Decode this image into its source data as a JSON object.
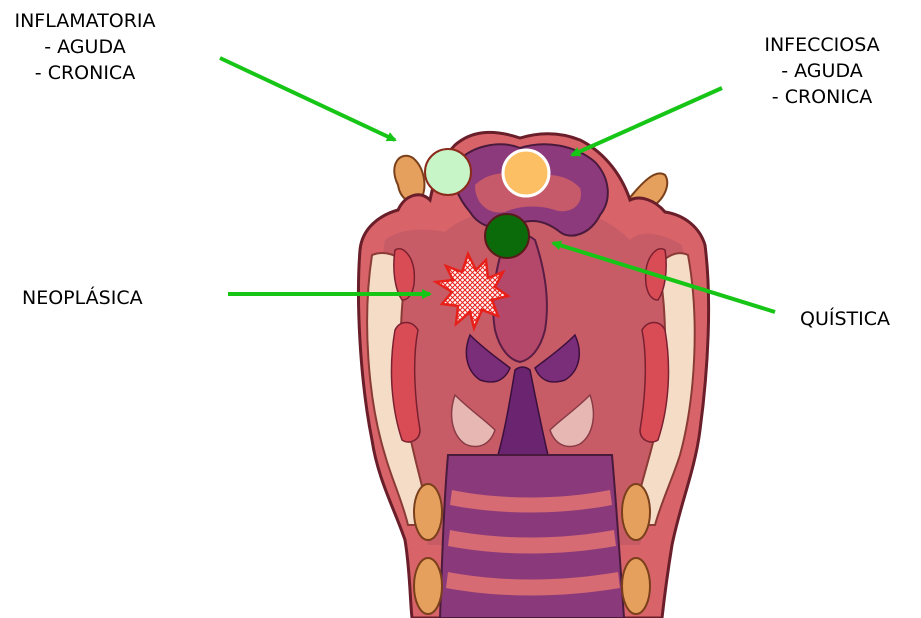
{
  "labels": {
    "inflamatoria": {
      "title": "INFLAMATORIA",
      "items": [
        "- AGUDA",
        "- CRONICA"
      ]
    },
    "infecciosa": {
      "title": "INFECCIOSA",
      "items": [
        "- AGUDA",
        "- CRONICA"
      ]
    },
    "neoplasica": {
      "title": "NEOPLÁSICA"
    },
    "quistica": {
      "title": "QUÍSTICA"
    }
  },
  "colors": {
    "arrow": "#16c516",
    "inflamatoria_marker": "#c8f5c8",
    "infecciosa_marker": "#fdbf63",
    "quistica_marker": "#0b6b0b",
    "neoplasica_marker": "#e8201a"
  }
}
